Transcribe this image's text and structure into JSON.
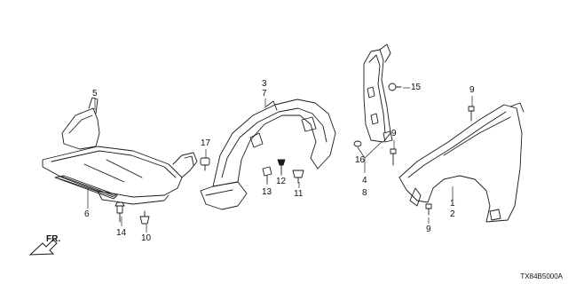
{
  "diagram": {
    "direction_label": "FR.",
    "diagram_code": "TX84B5000A",
    "callouts": {
      "c1": "1",
      "c2": "2",
      "c3": "3",
      "c4": "4",
      "c5": "5",
      "c6": "6",
      "c7": "7",
      "c8": "8",
      "c9a": "9",
      "c9b": "9",
      "c9c": "9",
      "c10": "10",
      "c11": "11",
      "c12": "12",
      "c13": "13",
      "c14": "14",
      "c15": "15",
      "c16": "16",
      "c17": "17"
    }
  }
}
